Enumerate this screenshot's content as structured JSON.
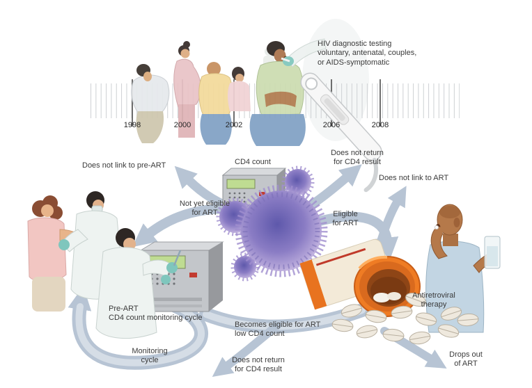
{
  "diagram": {
    "timeline": {
      "years": [
        "1998",
        "2000",
        "2002",
        "2006",
        "2008"
      ]
    },
    "labels": {
      "testing": "HIV diagnostic testing\nvoluntary, antenatal, couples,\nor AIDS-symptomatic",
      "cd4_count": "CD4 count",
      "does_not_link_pre_art": "Does not link to pre-ART",
      "not_yet_eligible": "Not yet eligible\nfor ART",
      "does_not_return_cd4_top": "Does not return\nfor CD4 result",
      "does_not_link_art": "Does not link to ART",
      "eligible_for_art": "Eligible\nfor ART",
      "pre_art_cycle": "Pre-ART\nCD4 count monitoring cycle",
      "monitoring_cycle": "Monitoring\ncycle",
      "becomes_eligible": "Becomes eligible for ART\nlow CD4 count",
      "does_not_return_cd4_bottom": "Does not return\nfor CD4 result",
      "antiretroviral_therapy": "Antiretroviral\ntherapy",
      "drops_out_of_art": "Drops out\nof ART"
    },
    "colors": {
      "arrow": "#b7c4d4",
      "text": "#3a3a3a",
      "cell_purple": "#8a7cc4",
      "bottle_orange": "#ef7c24",
      "lcd_green": "#bfdc92",
      "glove_teal": "#7fc6bd"
    }
  }
}
